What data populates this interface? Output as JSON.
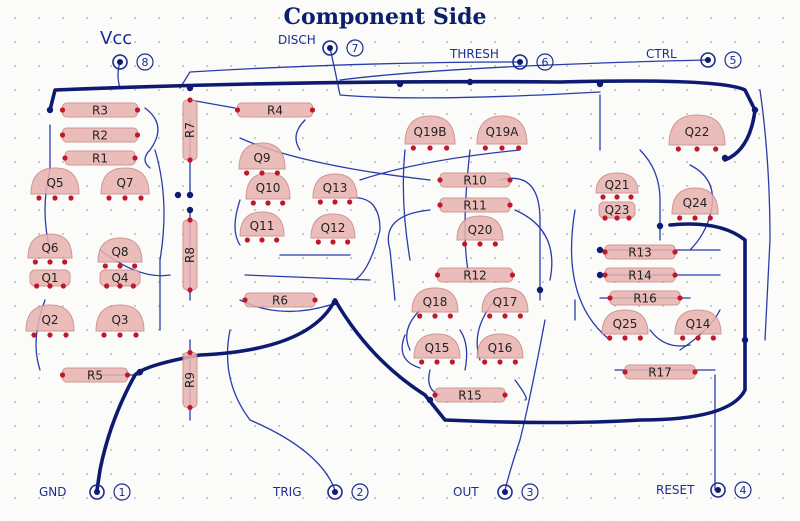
{
  "title": "Component Side",
  "colors": {
    "ink": "#1d2d8f",
    "heavy": "#0e1a72",
    "component_fill": "#e8b3b0",
    "component_stroke": "#c98582",
    "pad": "#c0182a"
  },
  "pins": [
    {
      "label": "Vcc",
      "number": "8"
    },
    {
      "label": "DISCH",
      "number": "7"
    },
    {
      "label": "THRESH",
      "number": "6"
    },
    {
      "label": "CTRL",
      "number": "5"
    },
    {
      "label": "GND",
      "number": "1"
    },
    {
      "label": "TRIG",
      "number": "2"
    },
    {
      "label": "OUT",
      "number": "3"
    },
    {
      "label": "RESET",
      "number": "4"
    }
  ],
  "resistors": [
    "R3",
    "R2",
    "R1",
    "R5",
    "R4",
    "R6",
    "R7",
    "R8",
    "R9",
    "R10",
    "R11",
    "R12",
    "R15",
    "R13",
    "R14",
    "R16",
    "R17"
  ],
  "transistors": [
    "Q5",
    "Q7",
    "Q6",
    "Q8",
    "Q1",
    "Q4",
    "Q2",
    "Q3",
    "Q9",
    "Q10",
    "Q13",
    "Q11",
    "Q12",
    "Q19B",
    "Q19A",
    "Q20",
    "Q18",
    "Q17",
    "Q15",
    "Q16",
    "Q21",
    "Q23",
    "Q22",
    "Q24",
    "Q25",
    "Q14"
  ]
}
